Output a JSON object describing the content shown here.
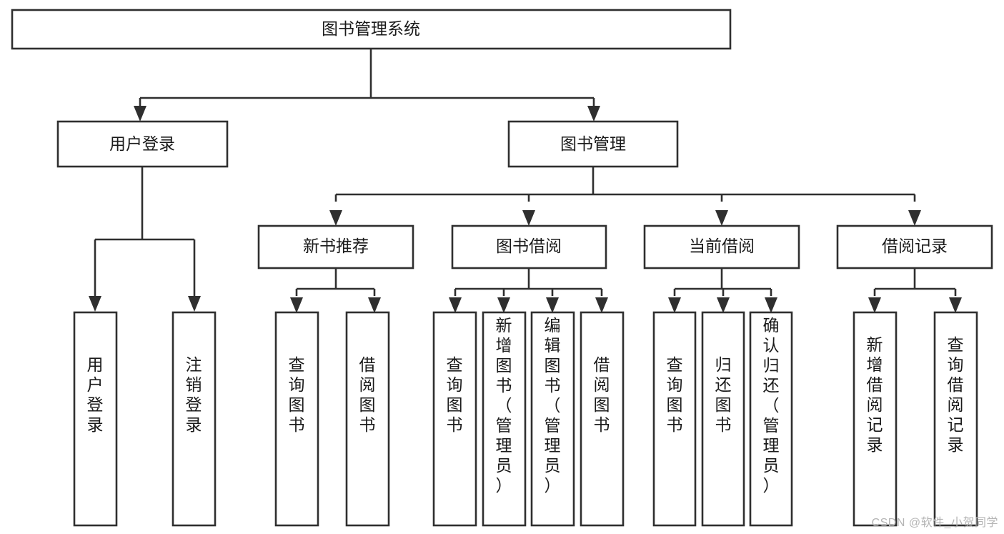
{
  "diagram": {
    "title": "图书管理系统",
    "type": "tree-hierarchy-chart",
    "root": {
      "id": "root",
      "label": "图书管理系统"
    },
    "level2": [
      {
        "id": "user-login",
        "label": "用户登录"
      },
      {
        "id": "book-management",
        "label": "图书管理"
      }
    ],
    "level3": [
      {
        "id": "new-book-recommend",
        "label": "新书推荐",
        "parent": "book-management"
      },
      {
        "id": "book-borrow",
        "label": "图书借阅",
        "parent": "book-management"
      },
      {
        "id": "current-borrow",
        "label": "当前借阅",
        "parent": "book-management"
      },
      {
        "id": "borrow-record",
        "label": "借阅记录",
        "parent": "book-management"
      }
    ],
    "leaves": {
      "user-login": [
        {
          "id": "leaf-user-login",
          "label": "用户登录"
        },
        {
          "id": "leaf-user-logout",
          "label": "注销登录"
        }
      ],
      "new-book-recommend": [
        {
          "id": "leaf-query-book-1",
          "label": "查询图书"
        },
        {
          "id": "leaf-borrow-book-1",
          "label": "借阅图书"
        }
      ],
      "book-borrow": [
        {
          "id": "leaf-query-book-2",
          "label": "查询图书"
        },
        {
          "id": "leaf-add-book",
          "label": "新增图书（管理员）"
        },
        {
          "id": "leaf-edit-book",
          "label": "编辑图书（管理员）"
        },
        {
          "id": "leaf-borrow-book-2",
          "label": "借阅图书"
        }
      ],
      "current-borrow": [
        {
          "id": "leaf-query-book-3",
          "label": "查询图书"
        },
        {
          "id": "leaf-return-book",
          "label": "归还图书"
        },
        {
          "id": "leaf-confirm-return",
          "label": "确认归还（管理员）"
        }
      ],
      "borrow-record": [
        {
          "id": "leaf-add-record",
          "label": "新增借阅记录"
        },
        {
          "id": "leaf-query-record",
          "label": "查询借阅记录"
        }
      ]
    },
    "colors": {
      "stroke": "#2f2f2f",
      "fill": "#ffffff",
      "text": "#1a1a1a",
      "watermark": "#b4b4b4"
    }
  },
  "watermark": {
    "text": "CSDN @软件_小贺同学"
  }
}
